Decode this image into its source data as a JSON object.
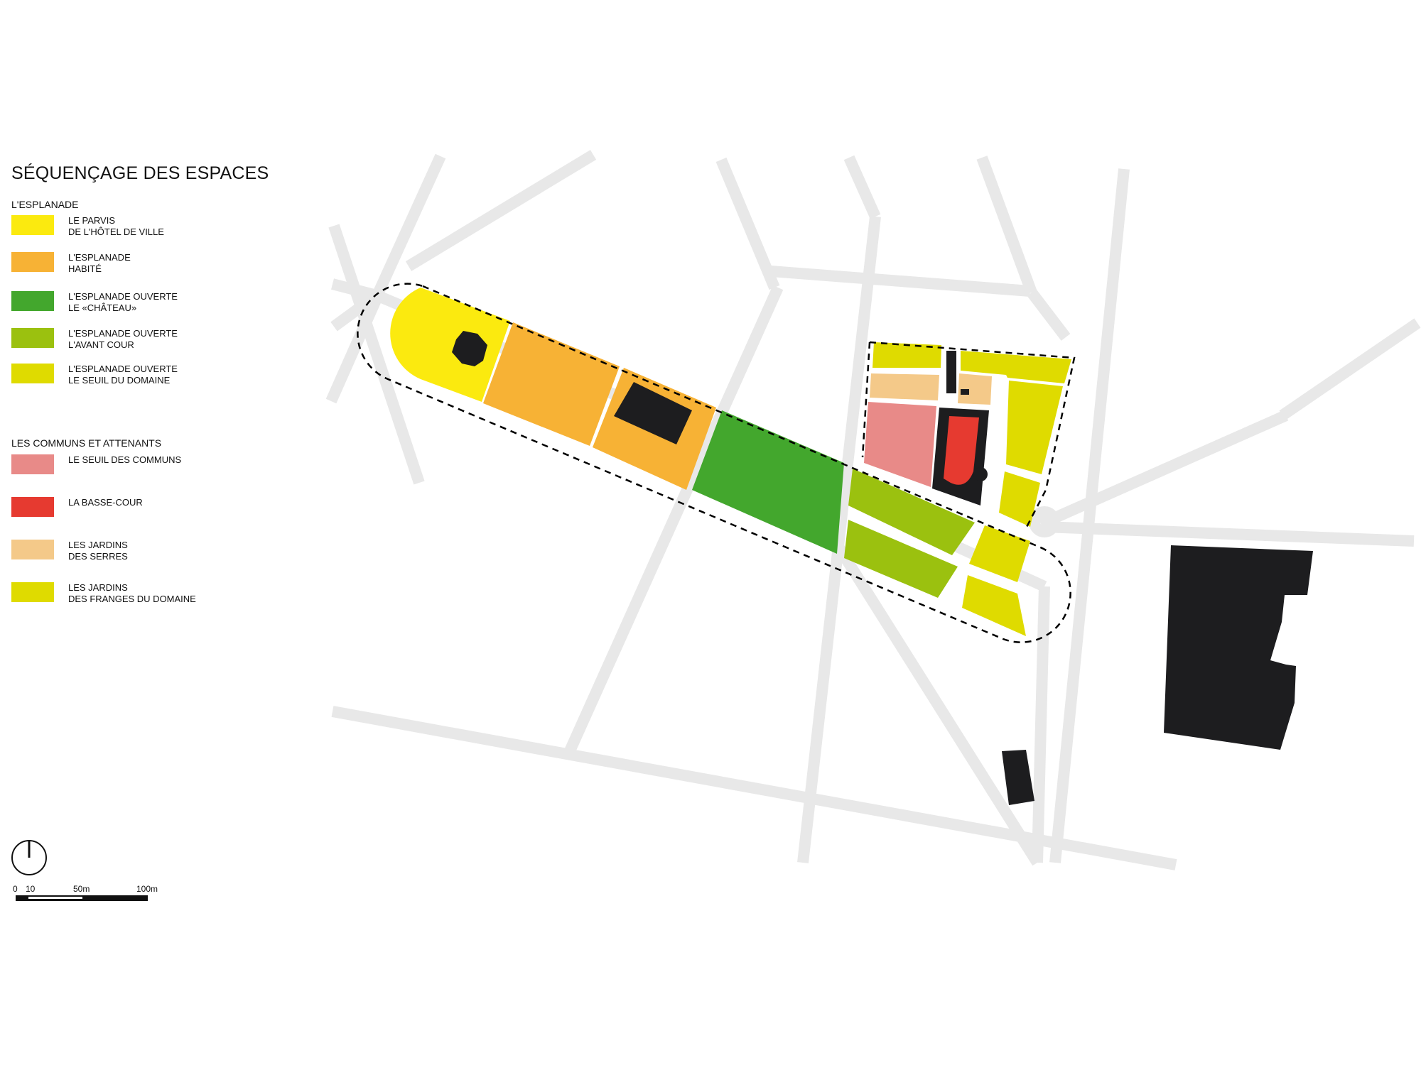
{
  "legend": {
    "title": "SÉQUENÇAGE DES ESPACES",
    "groups": [
      {
        "title": "L'ESPLANADE",
        "items": [
          {
            "line1": "LE PARVIS",
            "line2": "DE L'HÔTEL DE VILLE",
            "color": "#fbea0f"
          },
          {
            "line1": "L'ESPLANADE",
            "line2": "HABITÉ",
            "color": "#f7b235"
          },
          {
            "line1": "L'ESPLANADE OUVERTE",
            "line2": "LE «CHÂTEAU»",
            "color": "#43a72d"
          },
          {
            "line1": "L'ESPLANADE OUVERTE",
            "line2": "L'AVANT COUR",
            "color": "#9bc10f"
          },
          {
            "line1": "L'ESPLANADE OUVERTE",
            "line2": "LE SEUIL DU DOMAINE",
            "color": "#dfdb00"
          }
        ]
      },
      {
        "title": "LES COMMUNS ET ATTENANTS",
        "items": [
          {
            "line1": "LE SEUIL DES COMMUNS",
            "line2": "",
            "color": "#e88a88"
          },
          {
            "line1": "LA BASSE-COUR",
            "line2": "",
            "color": "#e63a30"
          },
          {
            "line1": "LES JARDINS",
            "line2": "DES SERRES",
            "color": "#f4c989"
          },
          {
            "line1": "LES JARDINS",
            "line2": "DES FRANGES DU DOMAINE",
            "color": "#dfdb00"
          }
        ]
      }
    ]
  },
  "scale": {
    "labels": [
      "0",
      "10",
      "50m",
      "100m"
    ]
  },
  "colors": {
    "road": "#e8e8e8",
    "building": "#1d1d1f",
    "outline": "#000000"
  }
}
